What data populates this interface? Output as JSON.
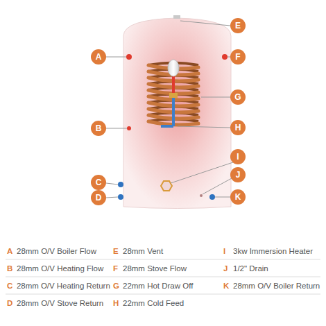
{
  "diagram": {
    "nodes": [
      {
        "text": [
          "A"
        ]
      },
      {
        "text": [
          "B"
        ]
      },
      {
        "text": [
          "C"
        ]
      },
      {
        "text": [
          "D"
        ]
      },
      {
        "text": [
          "E"
        ]
      },
      {
        "text": [
          "F"
        ]
      },
      {
        "text": [
          "G"
        ]
      },
      {
        "text": [
          "H"
        ]
      },
      {
        "text": [
          "I"
        ]
      },
      {
        "text": [
          "J"
        ]
      },
      {
        "text": [
          "K"
        ]
      }
    ],
    "labels": [
      "A",
      "28mm O/V Boiler Flow",
      "E",
      "28mm Vent",
      "I",
      "3kw Immersion Heater",
      "B",
      "28mm O/V Heating Flow",
      "F",
      "28mm Stove Flow",
      "J",
      "1/2\" Drain",
      "C",
      "28mm O/V Heating Return",
      "G",
      "22mm Hot Draw Off",
      "K",
      "28mm O/V Boiler Return",
      "D",
      "28mm O/V Stove Return",
      "H",
      "22mm Cold Feed"
    ]
  }
}
